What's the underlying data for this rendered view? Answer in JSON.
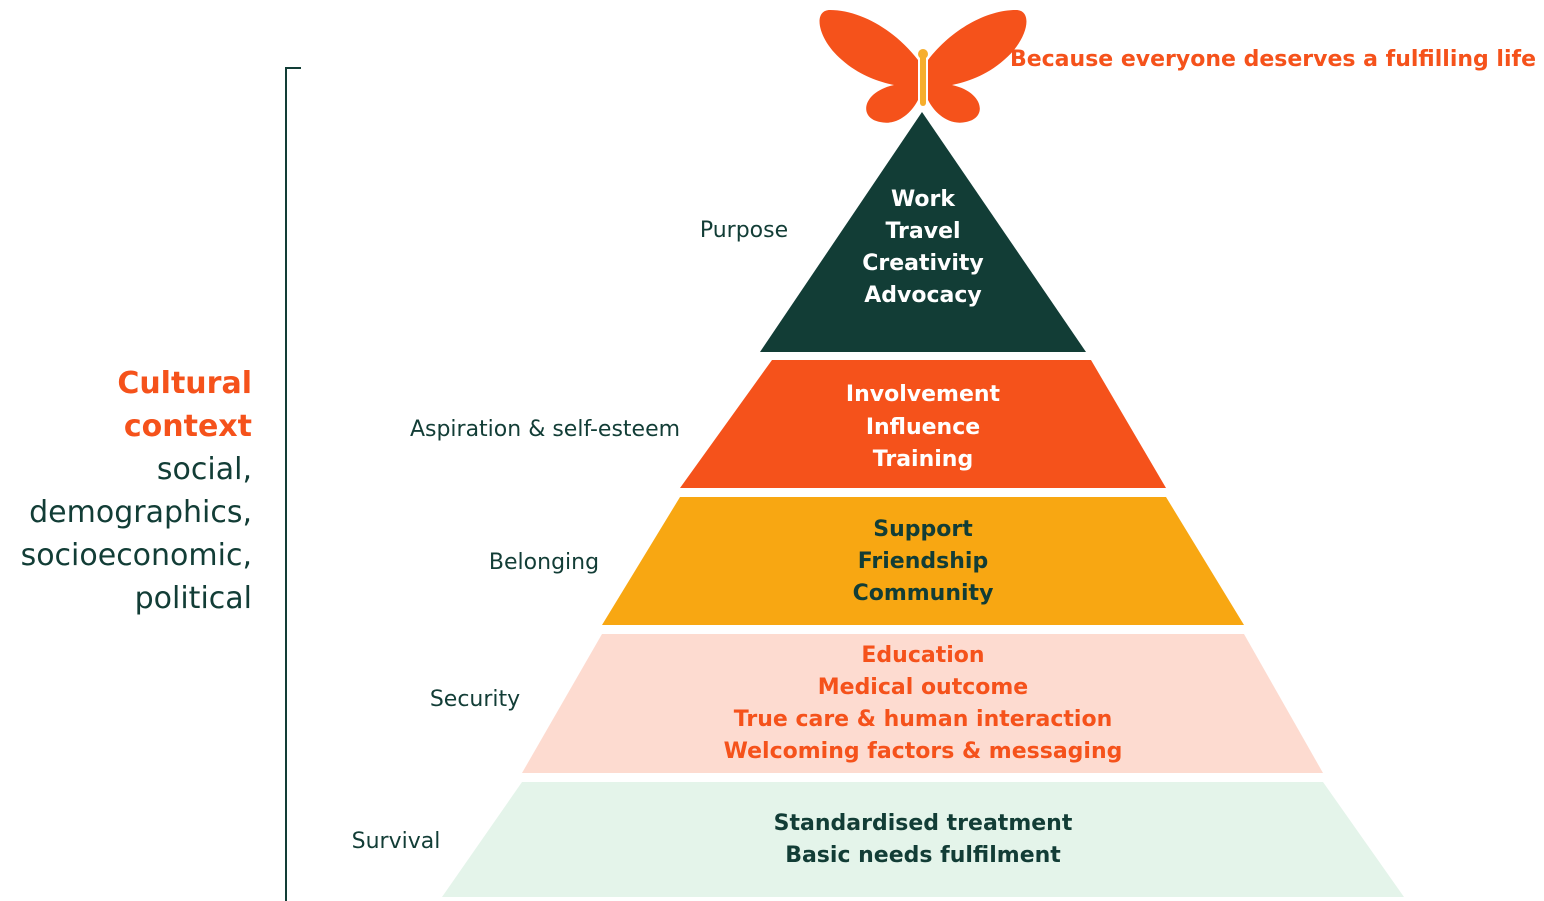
{
  "colors": {
    "dark_green": "#123d36",
    "orange": "#f5521b",
    "amber": "#f8a712",
    "peach": "#fddbd0",
    "mint": "#e4f4ea",
    "butterfly_body": "#f6ae2d",
    "bracket": "#123d36"
  },
  "icon": "butterfly-icon",
  "tagline": "Because everyone deserves a fulfilling life",
  "context": {
    "title_line1": "Cultural",
    "title_line2": "context",
    "items": [
      "social,",
      "demographics,",
      "socioeconomic,",
      "political"
    ]
  },
  "tiers": [
    {
      "level": "Purpose",
      "items": [
        "Work",
        "Travel",
        "Creativity",
        "Advocacy"
      ]
    },
    {
      "level": "Aspiration & self-esteem",
      "items": [
        "Involvement",
        "Influence",
        "Training"
      ]
    },
    {
      "level": "Belonging",
      "items": [
        "Support",
        "Friendship",
        "Community"
      ]
    },
    {
      "level": "Security",
      "items": [
        "Education",
        "Medical outcome",
        "True care & human interaction",
        "Welcoming factors & messaging"
      ]
    },
    {
      "level": "Survival",
      "items": [
        "Standardised treatment",
        "Basic needs fulfilment"
      ]
    }
  ]
}
